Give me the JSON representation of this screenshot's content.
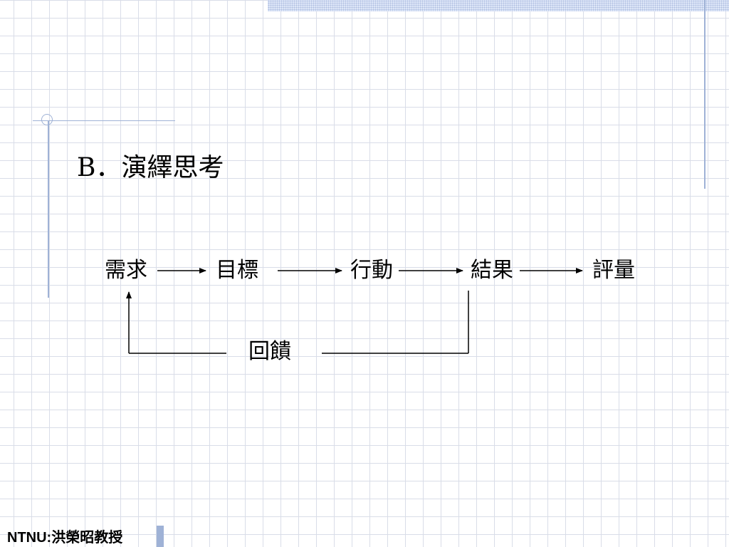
{
  "slide": {
    "title": "B．演繹思考",
    "footer": "NTNU:洪榮昭教授"
  },
  "diagram": {
    "nodes": {
      "need": "需求",
      "goal": "目標",
      "action": "行動",
      "result": "結果",
      "evaluation": "評量",
      "feedback": "回饋"
    }
  },
  "colors": {
    "grid": "#d9dde8",
    "accent": "#9fb2d6",
    "band": "#dde6f8"
  }
}
